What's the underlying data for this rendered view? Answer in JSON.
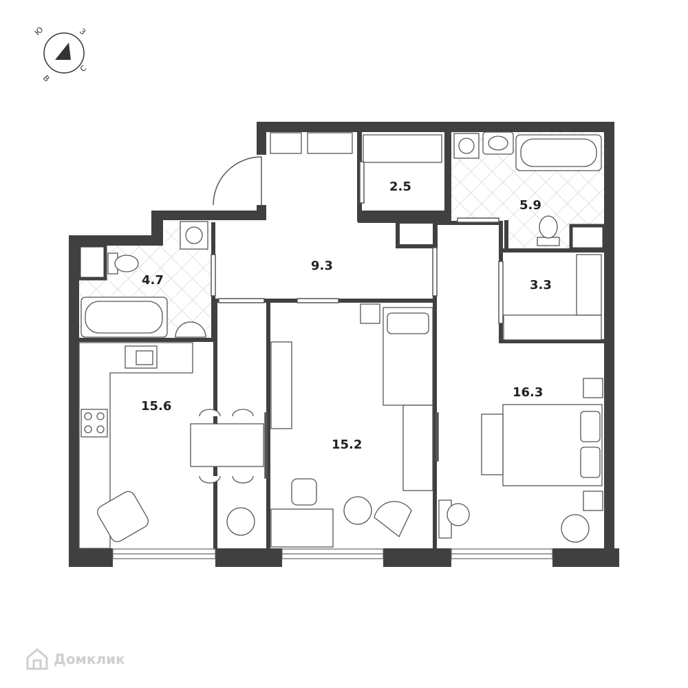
{
  "colors": {
    "wall": "#404040",
    "line": "#555555",
    "tile": "#bdbdbd",
    "background": "#ffffff",
    "watermark": "#cfcfcf"
  },
  "compass": {
    "letters": [
      "Ю",
      "З",
      "С",
      "В"
    ]
  },
  "rooms": [
    {
      "id": "hallway",
      "area": "9.3"
    },
    {
      "id": "closet-top",
      "area": "2.5"
    },
    {
      "id": "bathroom-right",
      "area": "5.9"
    },
    {
      "id": "bathroom-left",
      "area": "4.7"
    },
    {
      "id": "wardrobe",
      "area": "3.3"
    },
    {
      "id": "kitchen",
      "area": "15.6"
    },
    {
      "id": "bedroom-middle",
      "area": "15.2"
    },
    {
      "id": "bedroom-right",
      "area": "16.3"
    }
  ],
  "watermark": {
    "text": "Домклик",
    "icon": "house-logo-icon"
  }
}
